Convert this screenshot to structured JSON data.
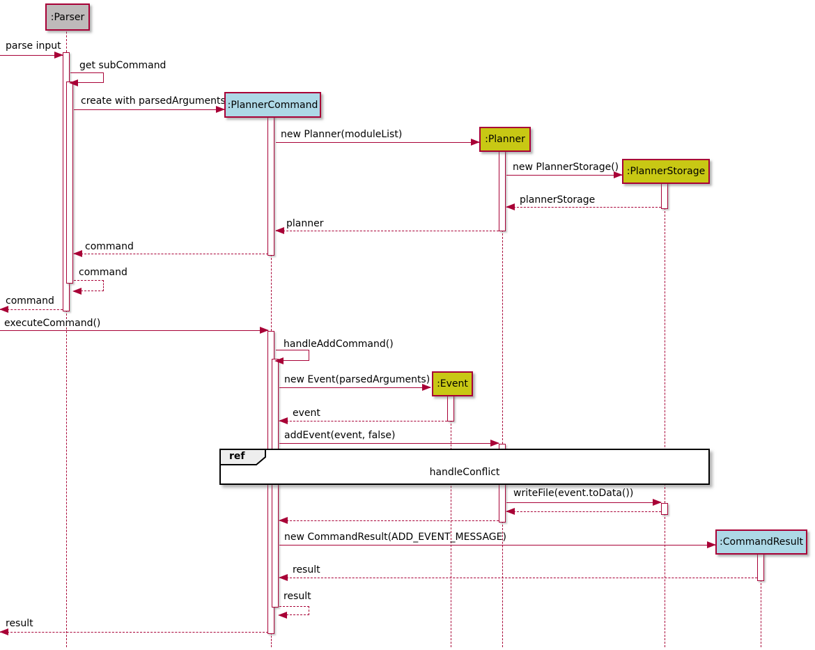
{
  "diagram_type": "uml-sequence",
  "colors": {
    "line": "#A80036",
    "frame_border": "#000000",
    "frame_tag_fill": "#EEEEEE",
    "parser_fill": "#BEBABA",
    "blue_fill": "#ADD8E6",
    "yellow_fill": "#C8C814",
    "text": "#000000"
  },
  "participants": {
    "parser": {
      "label": ":Parser"
    },
    "planner_command": {
      "label": ":PlannerCommand"
    },
    "planner": {
      "label": ":Planner"
    },
    "planner_storage": {
      "label": ":PlannerStorage"
    },
    "event": {
      "label": ":Event"
    },
    "command_result": {
      "label": ":CommandResult"
    }
  },
  "messages": {
    "parse_input": "parse input",
    "get_sub_command": "get subCommand",
    "create_with_parsed_arguments": "create with parsedArguments",
    "new_planner": "new Planner(moduleList)",
    "new_planner_storage": "new PlannerStorage()",
    "planner_storage_return": "plannerStorage",
    "planner_return": "planner",
    "command_return_1": "command",
    "command_return_2": "command",
    "command_return_3": "command",
    "execute_command": "executeCommand()",
    "handle_add_command": "handleAddCommand()",
    "new_event": "new Event(parsedArguments)",
    "event_return": "event",
    "add_event": "addEvent(event, false)",
    "write_file": "writeFile(event.toData())",
    "new_command_result": "new CommandResult(ADD_EVENT_MESSAGE)",
    "result_return_1": "result",
    "result_return_2": "result",
    "result_return_3": "result"
  },
  "ref_frame": {
    "tag": "ref",
    "title": "handleConflict"
  }
}
